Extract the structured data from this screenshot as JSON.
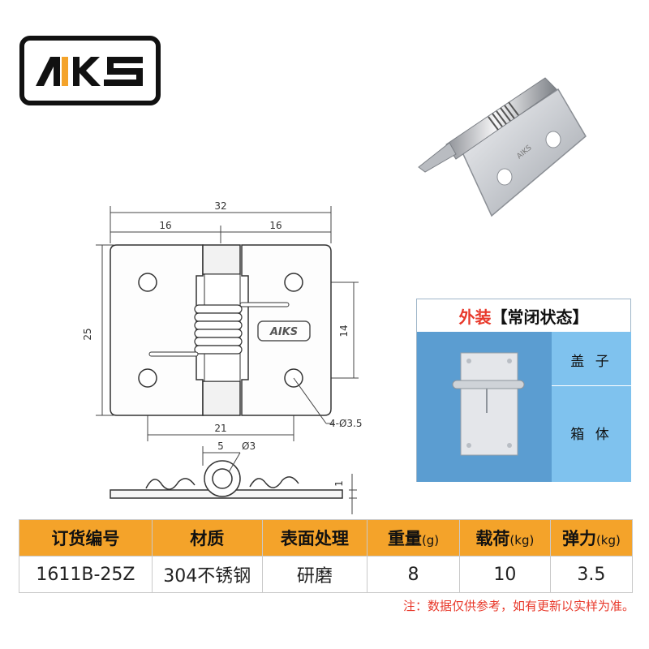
{
  "logo": {
    "text": "AIKS"
  },
  "drawing": {
    "dim_width_total": "32",
    "dim_half_left": "16",
    "dim_half_right": "16",
    "dim_height": "25",
    "dim_hole_vertical": "14",
    "dim_hole_horizontal": "21",
    "dim_holes": "4-Ø3.5",
    "dim_knuckle_offset": "5",
    "dim_pin_diameter": "Ø3",
    "dim_thickness": "1",
    "plate_mark": "AIKS"
  },
  "install": {
    "title_prefix": "外装",
    "title_main": "【常闭状态】",
    "cover_label": "盖 子",
    "box_label": "箱 体"
  },
  "spec": {
    "headers": [
      "订货编号",
      "材质",
      "表面处理",
      "重量",
      "载荷",
      "弹力"
    ],
    "header_units": [
      "",
      "",
      "",
      "(g)",
      "(kg)",
      "(kg)"
    ],
    "row": [
      "1611B-25Z",
      "304不锈钢",
      "研磨",
      "8",
      "10",
      "3.5"
    ]
  },
  "note": "注：数据仅供参考，如有更新以实样为准。",
  "colors": {
    "header_bg": "#f4a32a",
    "note": "#e8382a",
    "install_left": "#5b9dd1",
    "install_right": "#7fc2ee"
  }
}
